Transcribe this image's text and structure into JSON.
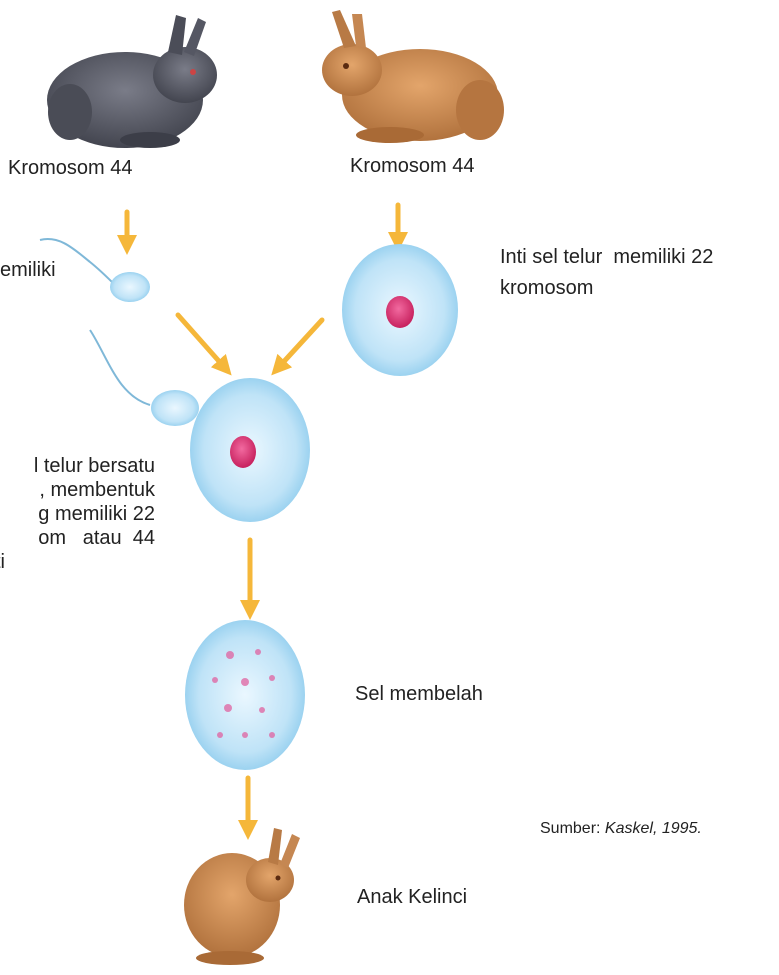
{
  "labels": {
    "parent_left": "Kromosom 44",
    "parent_right": "Kromosom 44",
    "sperm_partial": "emiliki",
    "egg_line1": "Inti sel telur  memiliki 22",
    "egg_line2": "kromosom",
    "fusion_lines": [
      "l telur bersatu",
      ", membentuk",
      "g memiliki 22",
      "om   atau  44",
      "ti"
    ],
    "dividing": "Sel membelah",
    "offspring": "Anak Kelinci",
    "source_prefix": "Sumber: ",
    "source_italic": "Kaskel, 1995."
  },
  "colors": {
    "arrow": "#f5b73a",
    "cell_fill": "#bfe3f7",
    "cell_edge": "#8ccbed",
    "nucleus": "#d9306f",
    "rabbit_gray": "#5a5c66",
    "rabbit_brown": "#c9864e"
  }
}
